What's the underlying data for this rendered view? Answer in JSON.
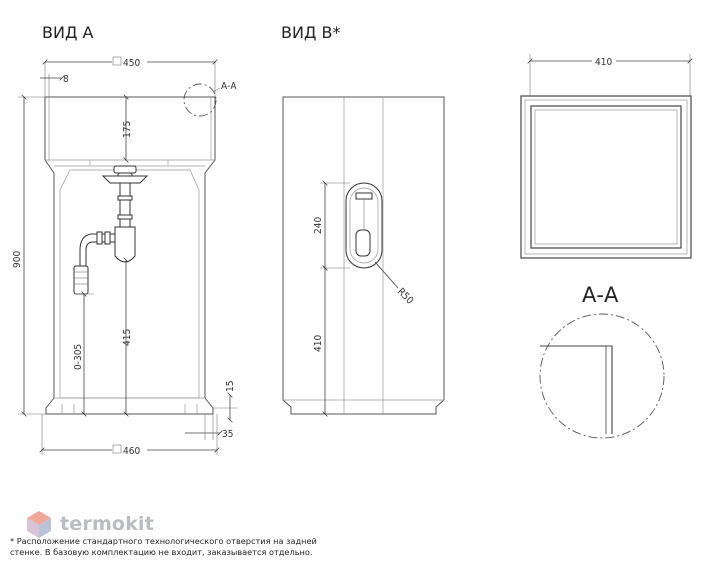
{
  "views": {
    "view_a": {
      "title": "ВИД А",
      "dims": {
        "top_width": "450",
        "rim": "8",
        "bowl_depth": "175",
        "height": "900",
        "outlet_range": "0-305",
        "outlet_height": "415",
        "plinth_height": "15",
        "plinth_offset": "35",
        "base_width": "460"
      },
      "detail_callout": "А-А"
    },
    "view_b": {
      "title": "ВИД В*",
      "dims": {
        "opening_height": "240",
        "radius": "R50",
        "opening_elevation": "410"
      }
    },
    "plan": {
      "width": "410"
    },
    "section": {
      "title": "А-А"
    }
  },
  "brand": {
    "name": "termokit",
    "colors": {
      "logo_top": "#f0a79a",
      "logo_bottom": "#b9c2d6",
      "text": "#b9bcc2"
    }
  },
  "footnote": {
    "line1": "* Расположение стандартного технологического отверстия на задней",
    "line2": "стенке. В базовую комплектацию не входит, заказывается отдельно."
  }
}
